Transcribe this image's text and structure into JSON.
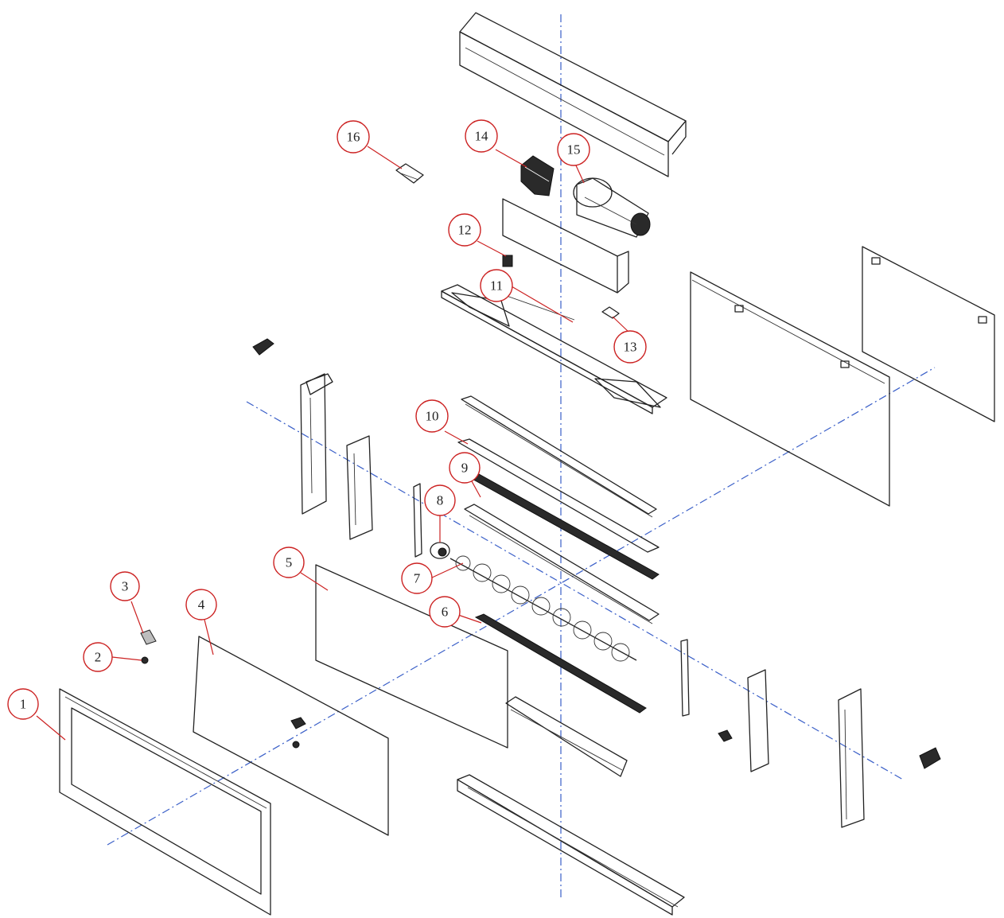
{
  "callouts": [
    {
      "id": "callout-1",
      "label": "1"
    },
    {
      "id": "callout-2",
      "label": "2"
    },
    {
      "id": "callout-3",
      "label": "3"
    },
    {
      "id": "callout-4",
      "label": "4"
    },
    {
      "id": "callout-5",
      "label": "5"
    },
    {
      "id": "callout-6",
      "label": "6"
    },
    {
      "id": "callout-7",
      "label": "7"
    },
    {
      "id": "callout-8",
      "label": "8"
    },
    {
      "id": "callout-9",
      "label": "9"
    },
    {
      "id": "callout-10",
      "label": "10"
    },
    {
      "id": "callout-11",
      "label": "11"
    },
    {
      "id": "callout-12",
      "label": "12"
    },
    {
      "id": "callout-13",
      "label": "13"
    },
    {
      "id": "callout-14",
      "label": "14"
    },
    {
      "id": "callout-15",
      "label": "15"
    },
    {
      "id": "callout-16",
      "label": "16"
    }
  ],
  "colors": {
    "callout": "#cc2222",
    "axis": "#3a5fc8",
    "line": "#222222"
  }
}
